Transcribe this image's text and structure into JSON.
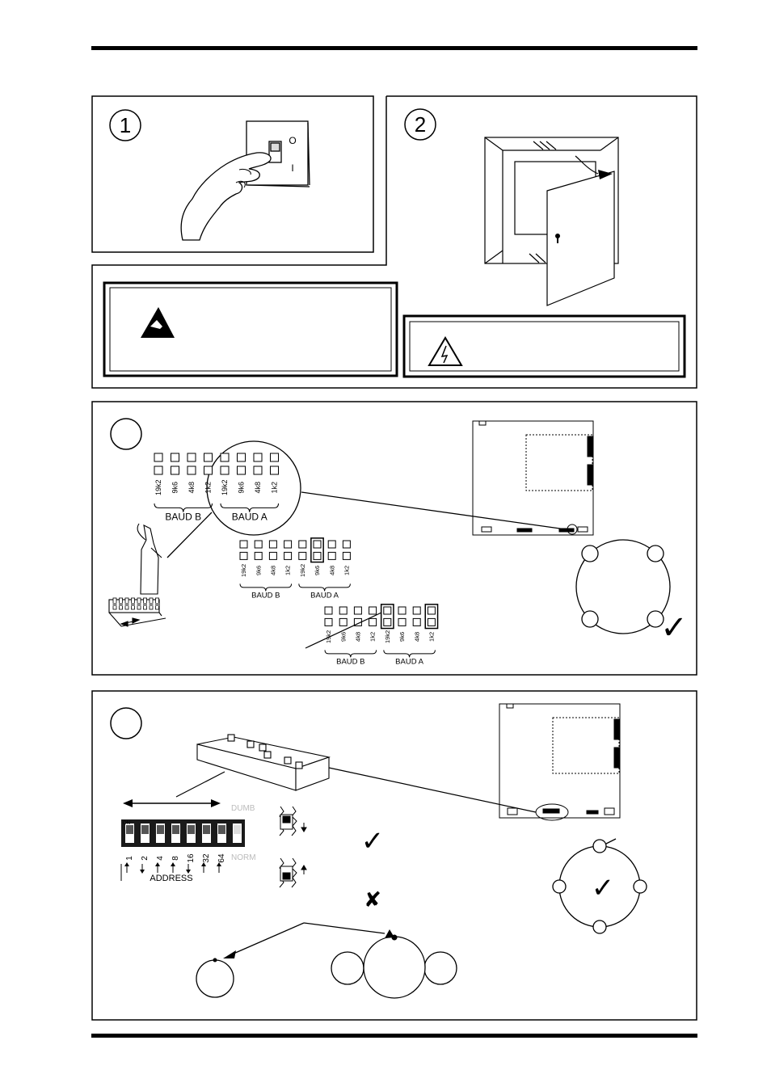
{
  "steps": {
    "step1": "1",
    "step2": "2"
  },
  "switch_marks": {
    "off": "O",
    "on": "I"
  },
  "baud": {
    "rates": [
      "19k2",
      "9k6",
      "4k8",
      "1k2"
    ],
    "group_b": "BAUD B",
    "group_a": "BAUD A"
  },
  "dip": {
    "on_label": "ON",
    "numbers": [
      "1",
      "2",
      "4",
      "8",
      "16",
      "32",
      "64"
    ],
    "address_label": "ADDRESS",
    "dumb_label": "DUMB",
    "norm_label": "NORM"
  },
  "marks": {
    "tick": "✓",
    "cross": "✘"
  },
  "colors": {
    "ink": "#000000",
    "faint": "#bbbbbb",
    "switch_fill": "#555555"
  }
}
